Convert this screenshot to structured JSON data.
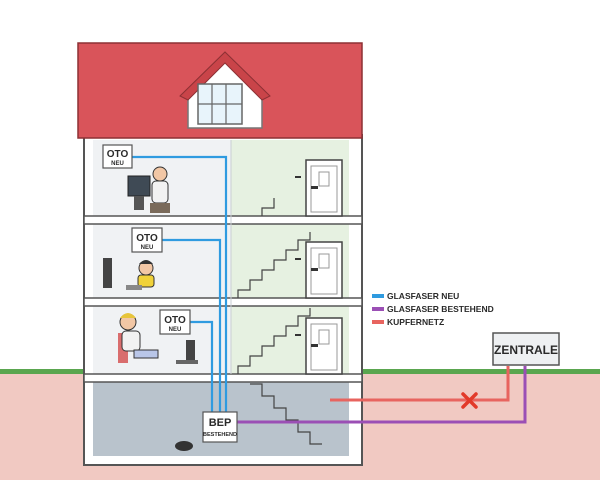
{
  "labels": {
    "oto_top": "OTO",
    "oto_top_sub": "NEU",
    "oto_mid": "OTO",
    "oto_mid_sub": "NEU",
    "oto_low": "OTO",
    "oto_low_sub": "NEU",
    "bep": "BEP",
    "bep_sub": "BESTEHEND",
    "zentrale": "ZENTRALE"
  },
  "legend": [
    {
      "label": "GLASFASER NEU",
      "color": "#2f9be0"
    },
    {
      "label": "GLASFASER BESTEHEND",
      "color": "#9b4fb5"
    },
    {
      "label": "KUPFERNETZ",
      "color": "#e8645f"
    }
  ],
  "colors": {
    "roof": "#d9545a",
    "ground": "#f1c9c2",
    "grass": "#5aa64f",
    "basement": "#b9c3cc",
    "stair_room": "#e6f1e1",
    "room": "#f0f2f4",
    "fiber_new": "#2f9be0",
    "fiber_existing": "#9b4fb5",
    "copper": "#e8645f",
    "cross": "#e23a2a"
  }
}
